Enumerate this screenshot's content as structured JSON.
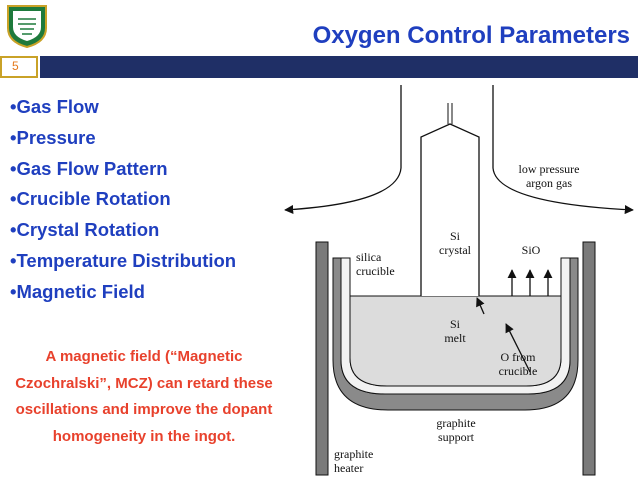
{
  "header": {
    "title": "Oxygen Control Parameters",
    "slide_number": "5"
  },
  "colors": {
    "title": "#1f3fbf",
    "accent_bar": "#1f2f66",
    "bullet_text": "#1f3fbf",
    "note_text": "#e8412c",
    "logo_green": "#1e7a3c"
  },
  "bullets": [
    "•Gas Flow",
    "•Pressure",
    "•Gas Flow Pattern",
    "•Crucible Rotation",
    "•Crystal Rotation",
    "•Temperature Distribution",
    "•Magnetic Field"
  ],
  "note": {
    "lines": [
      "A magnetic field (“Magnetic",
      "Czochralski”, MCZ) can retard these",
      "oscillations and improve the dopant",
      "homogeneity in the ingot."
    ]
  },
  "diagram": {
    "labels": {
      "low_pressure_1": "low pressure",
      "low_pressure_2": "argon gas",
      "si_crystal_1": "Si",
      "si_crystal_2": "crystal",
      "sio": "SiO",
      "silica_1": "silica",
      "silica_2": "crucible",
      "si_melt_1": "Si",
      "si_melt_2": "melt",
      "o_from_1": "O from",
      "o_from_2": "crucible",
      "graphite_support_1": "graphite",
      "graphite_support_2": "support",
      "graphite_heater_1": "graphite",
      "graphite_heater_2": "heater"
    }
  }
}
